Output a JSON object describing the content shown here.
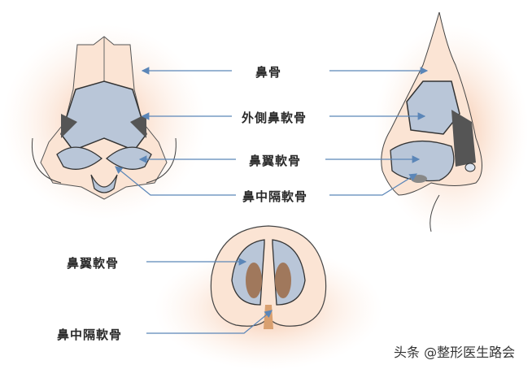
{
  "labels": {
    "nasal_bone": "鼻骨",
    "lateral_cartilage": "外側鼻軟骨",
    "alar_cartilage": "鼻翼軟骨",
    "septal_cartilage": "鼻中隔軟骨",
    "bottom_alar_cartilage": "鼻翼軟骨",
    "bottom_septal_cartilage": "鼻中隔軟骨"
  },
  "watermark": "头条 @整形医生路会",
  "colors": {
    "arrow": "#5b86b8",
    "skin": "#f6c9a8",
    "cartilage": "#b9c6d8",
    "outline": "#333333"
  }
}
